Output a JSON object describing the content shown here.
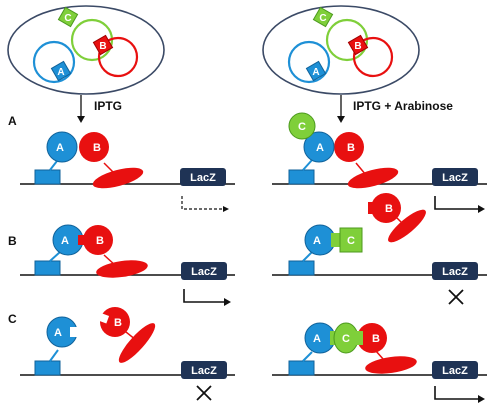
{
  "arrows": {
    "left": "IPTG",
    "right": "IPTG + Arabinose"
  },
  "rows": {
    "a": "A",
    "b": "B",
    "c": "C"
  },
  "proteins": {
    "a": "A",
    "b": "B",
    "c": "C"
  },
  "reporter": "LacZ",
  "colors": {
    "protein_a": "#1e90d6",
    "protein_b": "#e81010",
    "protein_c": "#7fcf3a",
    "reporter_box": "#1f3355",
    "promoter_box": "#1e90d6",
    "cell_outline": "#3b4a66"
  }
}
